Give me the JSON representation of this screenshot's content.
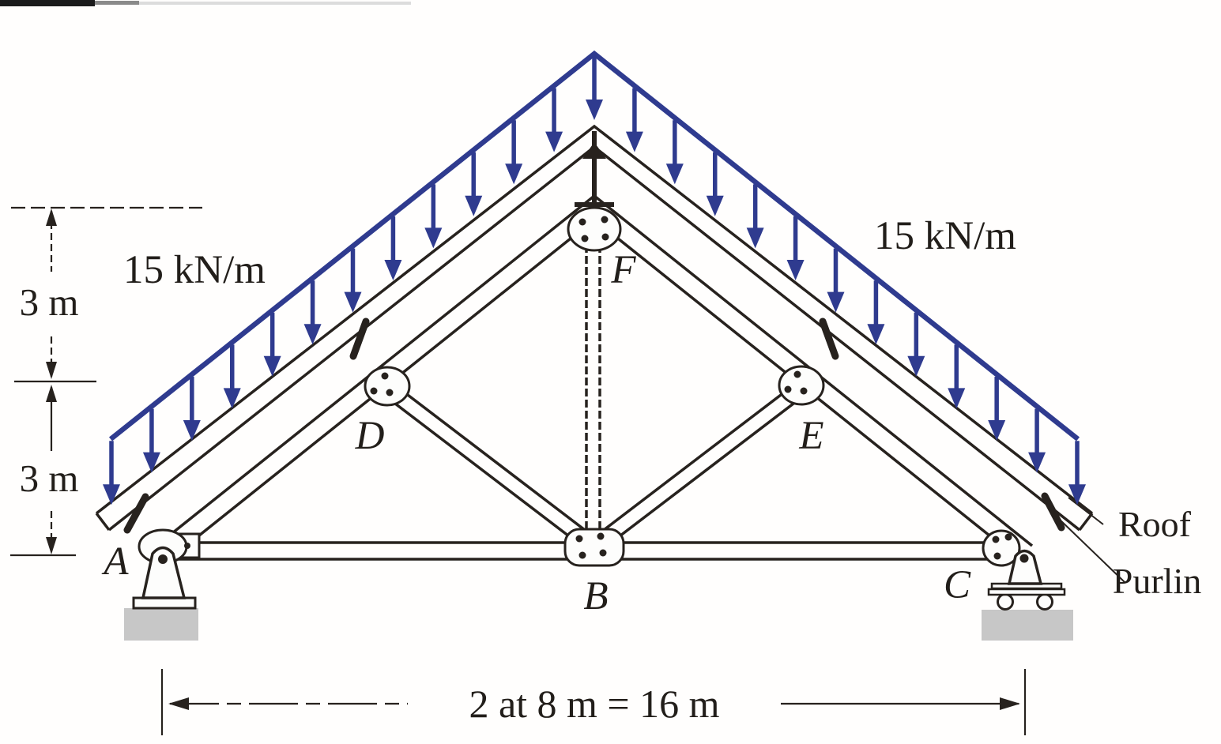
{
  "figure": {
    "load_left_label": "15 kN/m",
    "load_right_label": "15 kN/m",
    "dim_upper_label": "3 m",
    "dim_lower_label": "3 m",
    "dim_span_label": "2 at 8 m = 16 m",
    "joints": {
      "A": "A",
      "B": "B",
      "C": "C",
      "D": "D",
      "E": "E",
      "F": "F"
    },
    "callout_line1": "Roof",
    "callout_line2": "Purlin",
    "colors": {
      "load": "#2f3b8f",
      "line": "#27221e",
      "ground": "#c7c7c7"
    }
  }
}
